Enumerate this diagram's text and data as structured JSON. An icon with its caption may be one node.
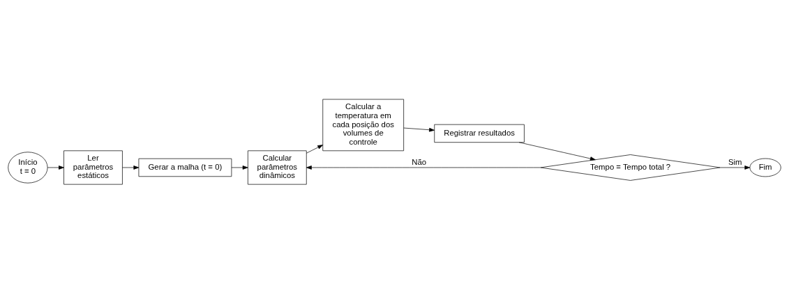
{
  "diagram": {
    "nodes": [
      {
        "text": [
          "Início t = 0"
        ]
      },
      {
        "text": [
          "Ler parâmetros estáticos"
        ]
      },
      {
        "text": [
          "Gerar a malha (t = 0)"
        ]
      },
      {
        "text": [
          "Calcular parâmetros dinâmicos"
        ]
      },
      {
        "text": [
          "Calcular a temperatura em cada posição dos volumes de controle"
        ]
      },
      {
        "text": [
          "Registrar resultados"
        ]
      },
      {
        "text": [
          "Tempo = Tempo total ?"
        ]
      },
      {
        "text": [
          "Fim"
        ]
      }
    ],
    "edges": [
      {
        "from": 0,
        "to": 1,
        "arrow": "to"
      },
      {
        "from": 1,
        "to": 2,
        "arrow": "to"
      },
      {
        "from": 2,
        "to": 3,
        "arrow": "to"
      },
      {
        "from": 3,
        "to": 4,
        "arrow": "to"
      },
      {
        "from": 4,
        "to": 5,
        "arrow": "to"
      },
      {
        "from": 5,
        "to": 6,
        "arrow": "to"
      },
      {
        "from": 6,
        "to": 3,
        "label": "Não",
        "arrow": "to"
      },
      {
        "from": 6,
        "to": 7,
        "label": "Sim",
        "arrow": "to"
      }
    ]
  }
}
